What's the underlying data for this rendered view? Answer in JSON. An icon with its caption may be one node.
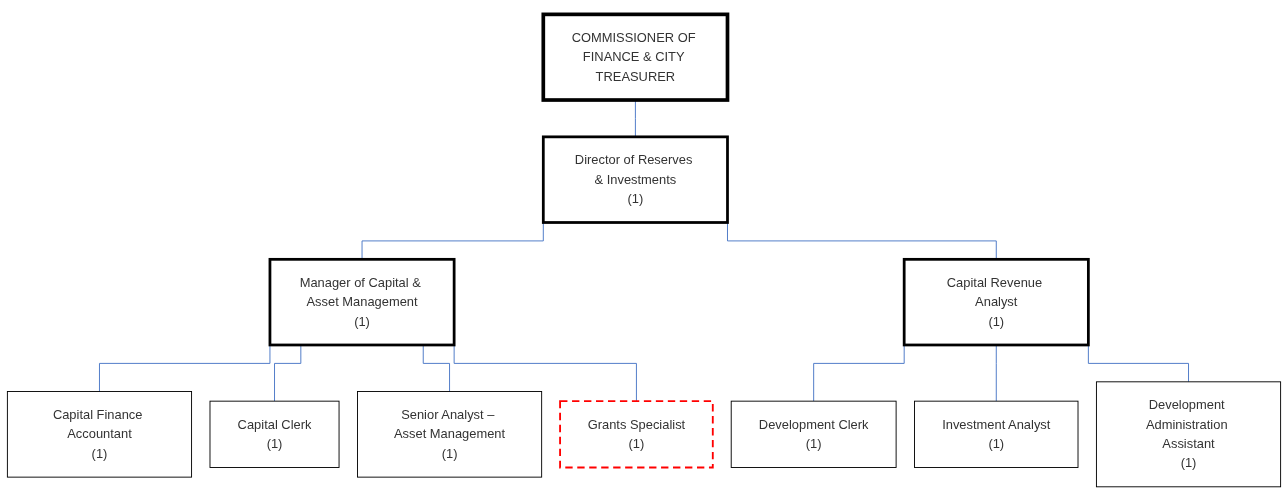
{
  "diagram": {
    "nodes": [
      {
        "text": [
          "COMMISSIONER OF FINANCE & CITY TREASURER"
        ]
      },
      {
        "text": [
          "Director of Reserves & Investments",
          "(1)"
        ]
      },
      {
        "text": [
          "Manager of Capital & Asset Management",
          "(1)"
        ]
      },
      {
        "text": [
          "Capital Revenue Analyst",
          "(1)"
        ]
      },
      {
        "text": [
          "Capital Finance Accountant",
          "(1)"
        ]
      },
      {
        "text": [
          "Capital Clerk",
          "(1)"
        ]
      },
      {
        "text": [
          "Senior Analyst – Asset Management",
          "(1)"
        ]
      },
      {
        "text": [
          "Grants Specialist",
          "(1)"
        ]
      },
      {
        "text": [
          "Development Clerk",
          "(1)"
        ]
      },
      {
        "text": [
          "Investment Analyst",
          "(1)"
        ]
      },
      {
        "text": [
          "Development Administration Assistant",
          "(1)"
        ]
      }
    ],
    "edges": [
      {
        "from": 0,
        "to": 1,
        "arrow": "none"
      },
      {
        "from": 1,
        "to": 2,
        "arrow": "none"
      },
      {
        "from": 1,
        "to": 3,
        "arrow": "none"
      },
      {
        "from": 2,
        "to": 4,
        "arrow": "none"
      },
      {
        "from": 2,
        "to": 5,
        "arrow": "none"
      },
      {
        "from": 2,
        "to": 6,
        "arrow": "none"
      },
      {
        "from": 2,
        "to": 7,
        "arrow": "none"
      },
      {
        "from": 3,
        "to": 8,
        "arrow": "none"
      },
      {
        "from": 3,
        "to": 9,
        "arrow": "none"
      },
      {
        "from": 3,
        "to": 10,
        "arrow": "none"
      }
    ]
  }
}
